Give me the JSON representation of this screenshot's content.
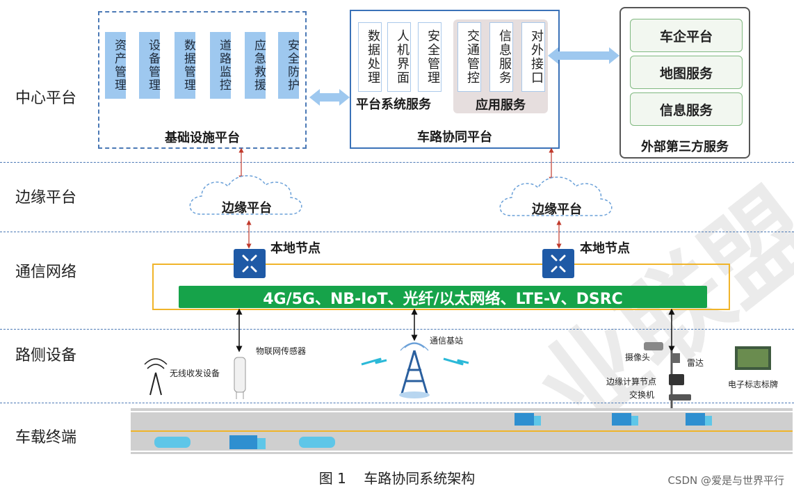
{
  "rows": {
    "center": "中心平台",
    "edge": "边缘平台",
    "comm": "通信网络",
    "roadside": "路侧设备",
    "vehicle": "车载终端"
  },
  "infra": {
    "title": "基础设施平台",
    "items": [
      "资产管理",
      "设备管理",
      "数据管理",
      "道路监控",
      "应急救援",
      "安全防护"
    ]
  },
  "v2x": {
    "title": "车路协同平台",
    "system_title": "平台系统服务",
    "system_items": [
      "数据处理",
      "人机界面",
      "安全管理"
    ],
    "app_title": "应用服务",
    "app_items": [
      "交通管控",
      "信息服务",
      "对外接口"
    ]
  },
  "external": {
    "title": "外部第三方服务",
    "items": [
      "车企平台",
      "地图服务",
      "信息服务"
    ]
  },
  "edge_clouds": [
    "边缘平台",
    "边缘平台"
  ],
  "local_nodes": [
    "本地节点",
    "本地节点"
  ],
  "network_bar": "4G/5G、NB-IoT、光纤/以太网络、LTE-V、DSRC",
  "devices": {
    "wireless": "无线收发设备",
    "iot": "物联网传感器",
    "base": "通信基站",
    "camera": "摄像头",
    "radar": "雷达",
    "edgecompute": "边缘计算节点",
    "switch": "交换机",
    "sign": "电子标志标牌"
  },
  "caption": "图 1    车路协同系统架构",
  "watermark_credit": "CSDN @爱是与世界平行",
  "watermark_big": "业联盟",
  "colors": {
    "dash": "#4a78b5",
    "light_blue": "#9ec8ef",
    "green": "#16a34a",
    "orange": "#f0b429",
    "red": "#c0392b",
    "road": "#c8c8c8"
  }
}
